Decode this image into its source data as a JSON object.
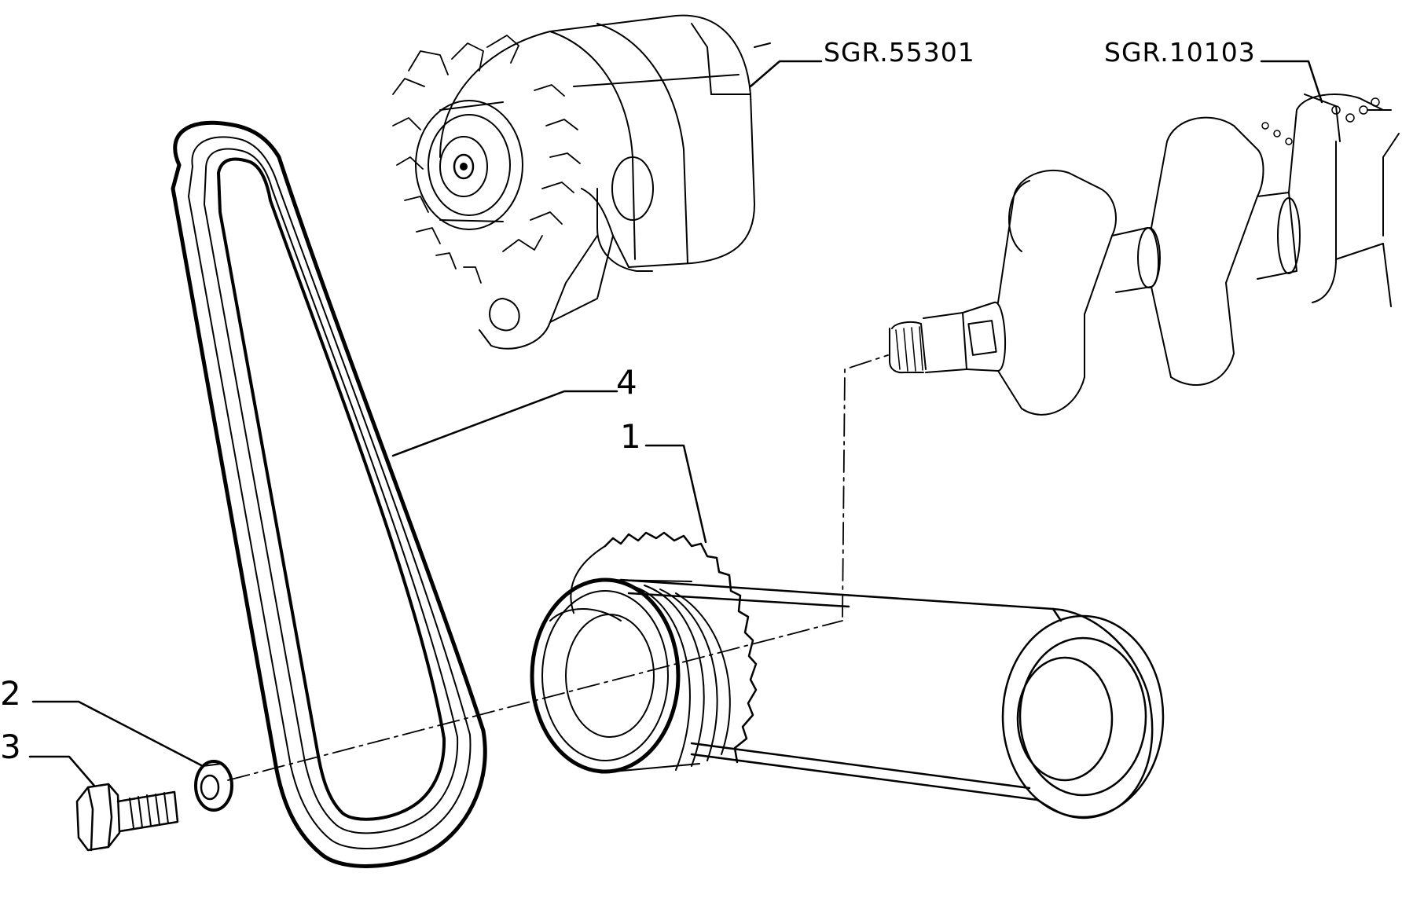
{
  "references": {
    "alternator": "SGR.55301",
    "crankshaft": "SGR.10103"
  },
  "callouts": [
    {
      "id": "pulley",
      "label": "1"
    },
    {
      "id": "washer",
      "label": "2"
    },
    {
      "id": "bolt",
      "label": "3"
    },
    {
      "id": "belt",
      "label": "4"
    }
  ],
  "colors": {
    "line": "#000000",
    "background": "#ffffff"
  }
}
